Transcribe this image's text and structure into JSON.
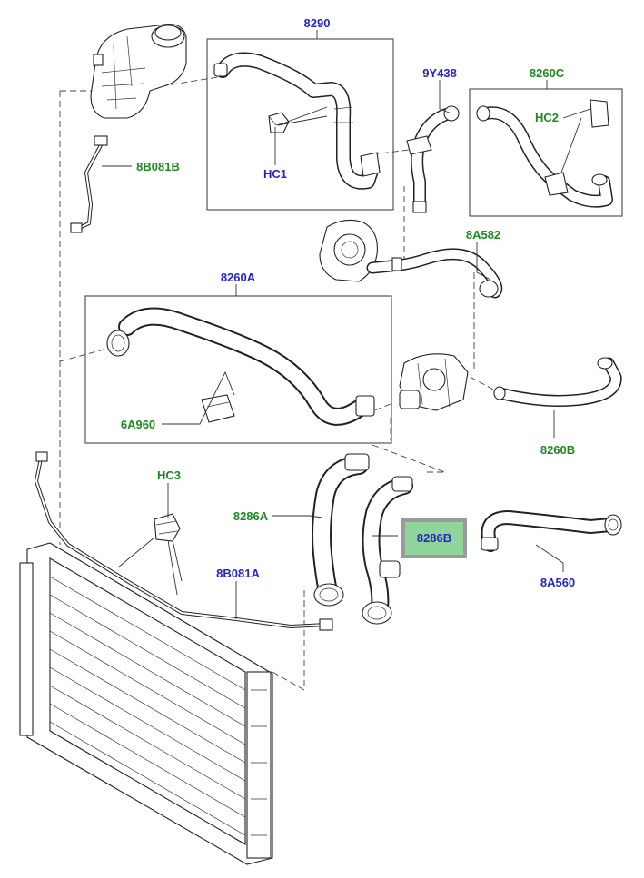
{
  "labels": {
    "l8290": "8290",
    "l9Y438": "9Y438",
    "l8260C": "8260C",
    "lHC2": "HC2",
    "lHC1": "HC1",
    "l8B081B": "8B081B",
    "l8A582": "8A582",
    "l8260A": "8260A",
    "l6A960": "6A960",
    "l8260B": "8260B",
    "lHC3": "HC3",
    "l8286A": "8286A",
    "l8286B": "8286B",
    "l8A560": "8A560",
    "l8B081A": "8B081A"
  },
  "colors": {
    "part_number_blue": "#2424c8",
    "part_number_green": "#1f8a1f",
    "highlight_fill": "#8fd49a",
    "highlight_border": "#9a9a9a"
  },
  "highlighted_part": "8286B"
}
